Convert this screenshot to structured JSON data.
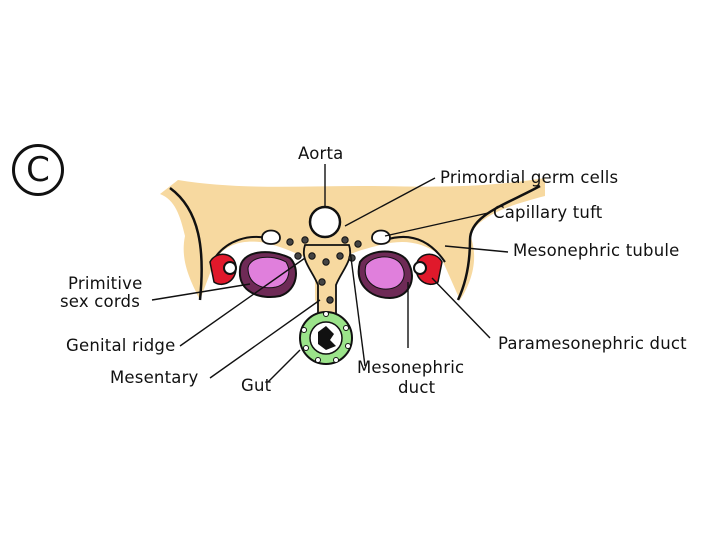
{
  "panel_letter": "C",
  "labels": {
    "aorta": "Aorta",
    "primordial_germ_cells": "Primordial germ cells",
    "capillary_tuft": "Capillary tuft",
    "mesonephric_tubule": "Mesonephric tubule",
    "primitive_sex_cords_line1": "Primitive",
    "primitive_sex_cords_line2": "sex cords",
    "genital_ridge": "Genital ridge",
    "paramesonephric_duct": "Paramesonephric duct",
    "mesentary": "Mesentary",
    "gut": "Gut",
    "mesonephric_duct_line1": "Mesonephric",
    "mesonephric_duct_line2": "duct"
  },
  "colors": {
    "tissue": "#f7d9a0",
    "sex_cords": "#e07fdc",
    "paramesonephric": "#e0192b",
    "gut_ring": "#9be38a",
    "outline": "#111111"
  }
}
